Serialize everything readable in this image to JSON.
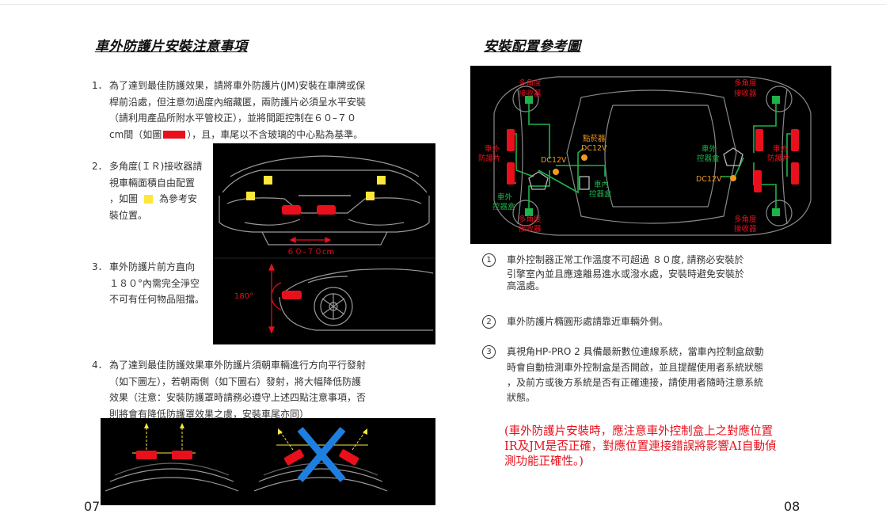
{
  "left": {
    "title": "車外防護片安裝注意事項",
    "item1": {
      "num": "1．",
      "l1": "為了達到最佳防護效果，請將車外防護片(JM)安裝在車牌或保",
      "l2": "桿前沿處，但注意勿過度內縮藏匿，兩防護片必須呈水平安裝",
      "l3": "（請利用產品所附水平管校正），並將間距控制在６０–７０",
      "l4a": "cm間（如圖",
      "l4b": "），且，車尾以不含玻璃的中心點為基準。"
    },
    "item2": {
      "num": "2．",
      "l1": "多角度(ＩＲ)接收器請",
      "l2": "視車輛面積自由配置",
      "l3a": "，如圖",
      "l3b": "為參考安",
      "l4": "裝位置。"
    },
    "item3": {
      "num": "3．",
      "l1": "車外防護片前方直向",
      "l2": "１８０°內需完全淨空",
      "l3": "不可有任何物品阻擋。"
    },
    "item4": {
      "num": "4．",
      "l1": "為了達到最佳防護效果車外防護片須朝車輛進行方向平行發射",
      "l2": "（如下圖左），若朝兩側（如下圖右）發射，將大幅降低防護",
      "l3": "效果（注意：安裝防護罩時請務必遵守上述四點注意事項，否",
      "l4": "則將會有降低防護罩效果之虞，安裝車尾亦同）"
    },
    "fig_rear": {
      "spacing_label": "６０–７０cm"
    },
    "fig_side": {
      "angle_label": "180°"
    },
    "page_number": "07"
  },
  "right": {
    "title": "安裝配置參考圖",
    "diagram": {
      "receiver_label_1": "多角度",
      "receiver_label_2": "接收器",
      "guard_label_1": "車外",
      "guard_label_2": "防護片",
      "control_label_1": "車外",
      "control_label_2": "控器盒",
      "inner_control_1": "車內",
      "inner_control_2": "控器盒",
      "lighter_label_1": "點菸器",
      "lighter_label_2": "DC12V",
      "dc_label": "DC12V"
    },
    "notes": [
      {
        "num": "①",
        "l1": "車外控制器正常工作溫度不可超過 ８０度, 請務必安裝於",
        "l2": "引擎室內並且應遠離易進水或潑水處，安裝時避免安裝於",
        "l3": "高溫處。"
      },
      {
        "num": "②",
        "l1": "車外防護片橢圓形處請靠近車輛外側。"
      },
      {
        "num": "③",
        "l1": "真視角HP-PRO 2 具備最新數位連線系統，當車內控制盒啟動",
        "l2": "時會自動檢測車外控制盒是否開啟，並且提醒使用者系統狀態",
        "l3": "，及前方或後方系統是否有正確連接，請使用者隨時注意系統",
        "l4": "狀態。"
      }
    ],
    "red_note": {
      "l1": "(車外防護片安裝時，應注意車外控制盒上之對應位置",
      "l2": "IR及JM是否正確，對應位置連接錯誤將影響AI自動偵",
      "l3": "測功能正確性。)"
    },
    "page_number": "08"
  },
  "colors": {
    "red": "#e8101c",
    "yellow": "#ffe63a",
    "green": "#1db34a",
    "orange": "#f39a1e",
    "panel": "#000000"
  }
}
